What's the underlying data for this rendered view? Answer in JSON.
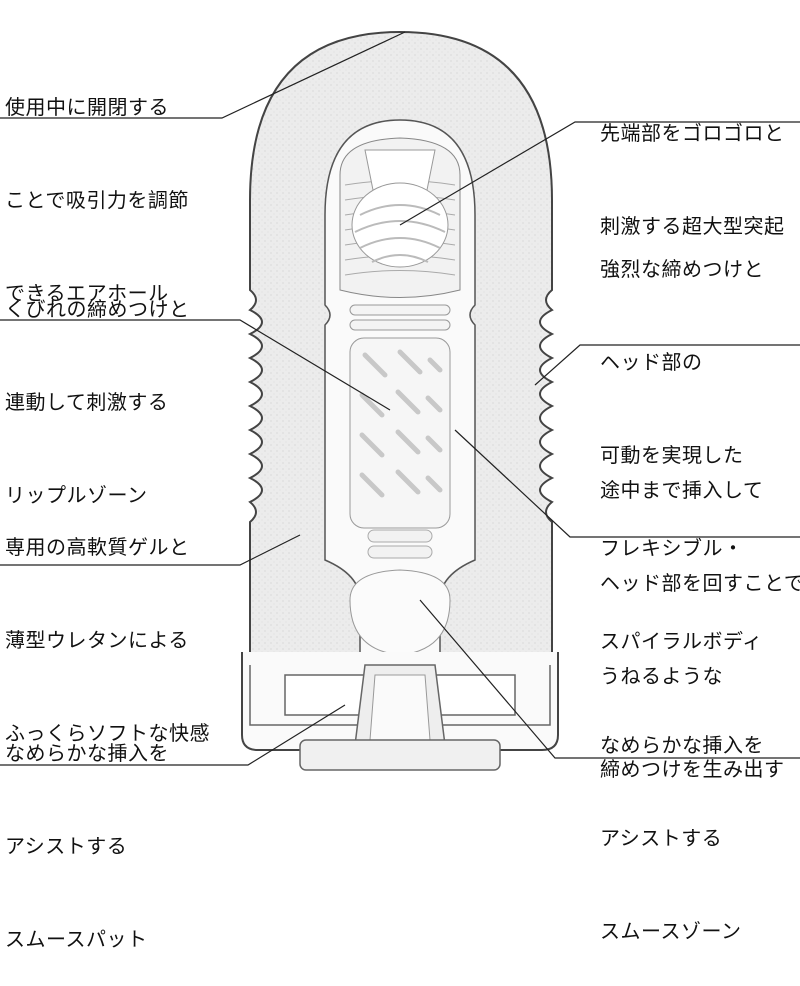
{
  "annotations": [
    {
      "id": "suction-air-hole",
      "lines": [
        "使用中に開閉する",
        "ことで吸引力を調節",
        "できるエアホール"
      ]
    },
    {
      "id": "tip-projection",
      "lines": [
        "先端部をゴロゴロと",
        "刺激する超大型突起"
      ]
    },
    {
      "id": "ripple-zone",
      "lines": [
        "くびれの締めつけと",
        "連動して刺激する",
        "リップルゾーン"
      ]
    },
    {
      "id": "spiral-body",
      "lines": [
        "強烈な締めつけと",
        "ヘッド部の",
        "可動を実現した",
        "フレキシブル・",
        "スパイラルボディ"
      ]
    },
    {
      "id": "twist-head",
      "lines": [
        "途中まで挿入して",
        "ヘッド部を回すことで",
        "うねるような",
        "締めつけを生み出す"
      ]
    },
    {
      "id": "soft-gel",
      "lines": [
        "専用の高軟質ゲルと",
        "薄型ウレタンによる",
        "ふっくらソフトな快感"
      ]
    },
    {
      "id": "smooth-pad",
      "lines": [
        "なめらかな挿入を",
        "アシストする",
        "スムースパット"
      ]
    },
    {
      "id": "smooth-zone",
      "lines": [
        "なめらかな挿入を",
        "アシストする",
        "スムースゾーン"
      ]
    }
  ],
  "colors": {
    "line": "#222222",
    "body_fill": "#eeeeee",
    "inner_fill": "#ffffff",
    "outline": "#444444"
  }
}
